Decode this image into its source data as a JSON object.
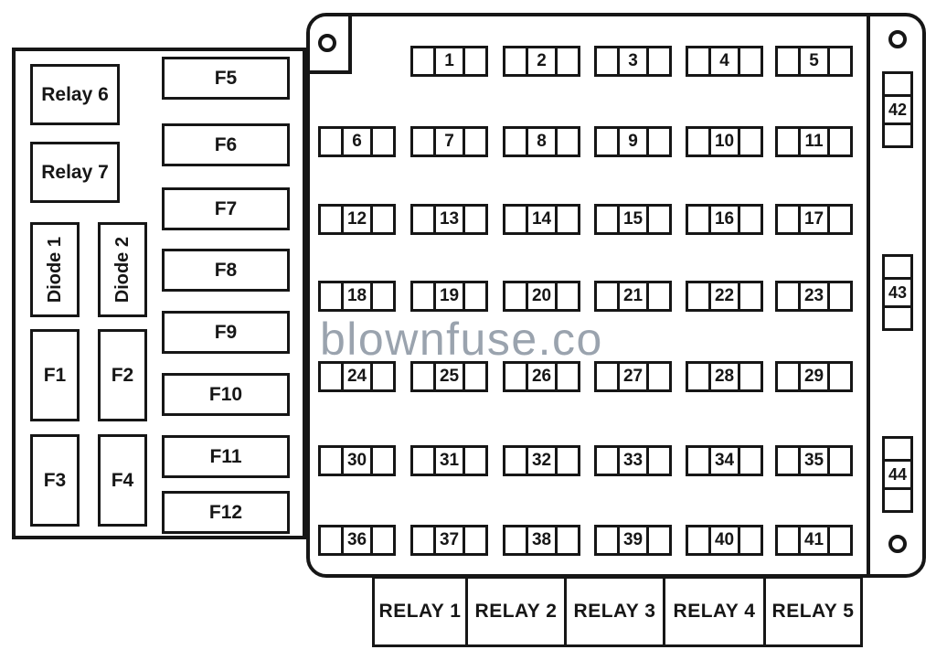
{
  "watermark": "blownfuse.co",
  "colors": {
    "line": "#161616",
    "watermark": "#9aa3ae",
    "background": "#ffffff"
  },
  "left_panel": {
    "relay_boxes": [
      "Relay 6",
      "Relay 7"
    ],
    "diode_boxes": [
      "Diode 1",
      "Diode 2"
    ],
    "small_fuse_boxes": [
      "F1",
      "F2",
      "F3",
      "F4"
    ],
    "wide_fuse_boxes": [
      "F5",
      "F6",
      "F7",
      "F8",
      "F9",
      "F10",
      "F11",
      "F12"
    ]
  },
  "main_panel": {
    "fuse_rows": [
      [
        "1",
        "2",
        "3",
        "4",
        "5"
      ],
      [
        "6",
        "7",
        "8",
        "9",
        "10",
        "11"
      ],
      [
        "12",
        "13",
        "14",
        "15",
        "16",
        "17"
      ],
      [
        "18",
        "19",
        "20",
        "21",
        "22",
        "23"
      ],
      [
        "24",
        "25",
        "26",
        "27",
        "28",
        "29"
      ],
      [
        "30",
        "31",
        "32",
        "33",
        "34",
        "35"
      ],
      [
        "36",
        "37",
        "38",
        "39",
        "40",
        "41"
      ]
    ],
    "side_fuse_boxes": [
      "42",
      "43",
      "44"
    ]
  },
  "relay_slots": [
    "RELAY 1",
    "RELAY 2",
    "RELAY 3",
    "RELAY 4",
    "RELAY 5"
  ]
}
